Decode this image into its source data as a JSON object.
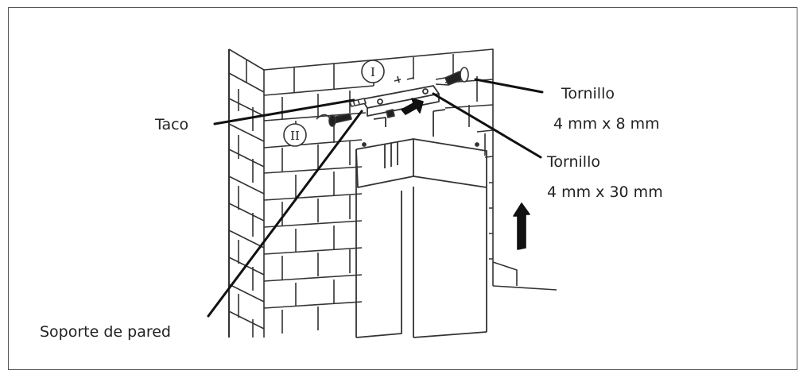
{
  "labels": {
    "taco": "Taco",
    "tornillo_short_name": "Tornillo",
    "tornillo_short_size": "4 mm x 8 mm",
    "tornillo_long_name": "Tornillo",
    "tornillo_long_size": "4 mm x 30 mm",
    "soporte": "Soporte de pared"
  },
  "step_markers": {
    "step_1": "I",
    "step_2": "II"
  },
  "colors": {
    "line": "#1a1a1a",
    "stroke": "#333333",
    "background": "#ffffff"
  }
}
